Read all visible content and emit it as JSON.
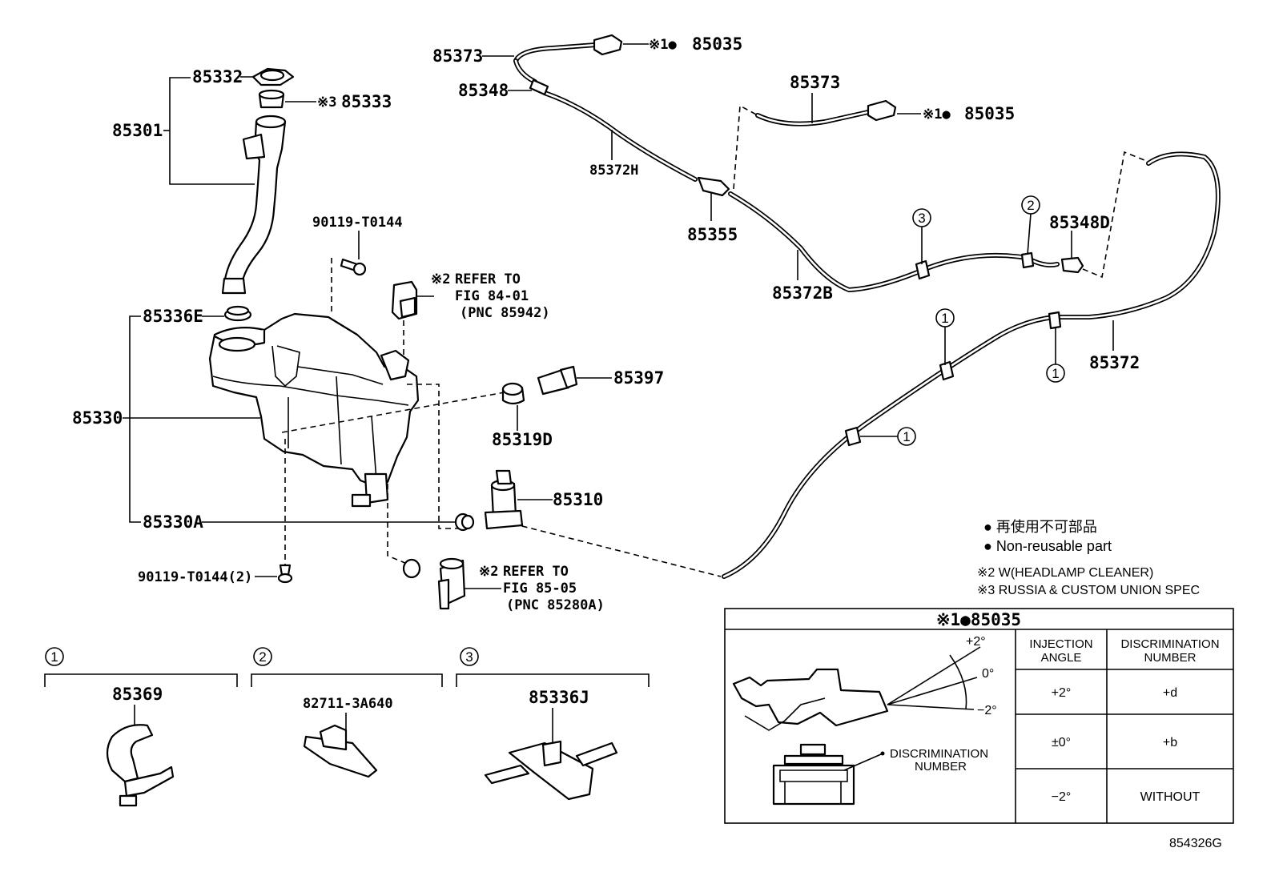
{
  "diagram": {
    "reservoir_parts": {
      "p85332": "85332",
      "p85333": "85333",
      "p85333_mark": "※3",
      "p85301": "85301",
      "p90119_t0144": "90119-T0144",
      "p85336e": "85336E",
      "p85330": "85330",
      "p85330a": "85330A",
      "p90119_t0144_2": "90119-T0144(2)"
    },
    "refer_notes": [
      {
        "mark": "※2",
        "line1": "REFER TO",
        "line2": "FIG 84-01",
        "line3": "(PNC 85942)"
      },
      {
        "mark": "※2",
        "line1": "REFER TO",
        "line2": "FIG 85-05",
        "line3": "(PNC 85280A)"
      }
    ],
    "pump_parts": {
      "p85397": "85397",
      "p85319d": "85319D",
      "p85310": "85310"
    },
    "hose_parts": {
      "p85373_a": "85373",
      "p85035_a": "85035",
      "p85035_a_mark": "※1●",
      "p85348": "85348",
      "p85372h": "85372H",
      "p85355": "85355",
      "p85373_b": "85373",
      "p85035_b": "85035",
      "p85035_b_mark": "※1●",
      "p85372b": "85372B",
      "p85348d": "85348D",
      "p85372": "85372"
    },
    "circle_refs": [
      "1",
      "2",
      "3"
    ],
    "clip_details": [
      {
        "ref": "1",
        "part": "85369"
      },
      {
        "ref": "2",
        "part": "82711-3A640"
      },
      {
        "ref": "3",
        "part": "85336J"
      }
    ],
    "legend": {
      "jp": "● 再使用不可部品",
      "en": "● Non-reusable part",
      "note2": "※2 W(HEADLAMP CLEANER)",
      "note3": "※3 RUSSIA & CUSTOM UNION SPEC"
    },
    "table": {
      "title": "※1●85035",
      "col1_line1": "INJECTION",
      "col1_line2": "ANGLE",
      "col2_line1": "DISCRIMINATION",
      "col2_line2": "NUMBER",
      "rows": [
        {
          "angle": "+2°",
          "number": "+d"
        },
        {
          "angle": "±0°",
          "number": "+b"
        },
        {
          "angle": "−2°",
          "number": "WITHOUT"
        }
      ],
      "fig_plus2": "+2°",
      "fig_zero": "0°",
      "fig_minus2": "−2°",
      "disc_line1": "DISCRIMINATION",
      "disc_line2": "NUMBER"
    },
    "figure_code": "854326G"
  }
}
